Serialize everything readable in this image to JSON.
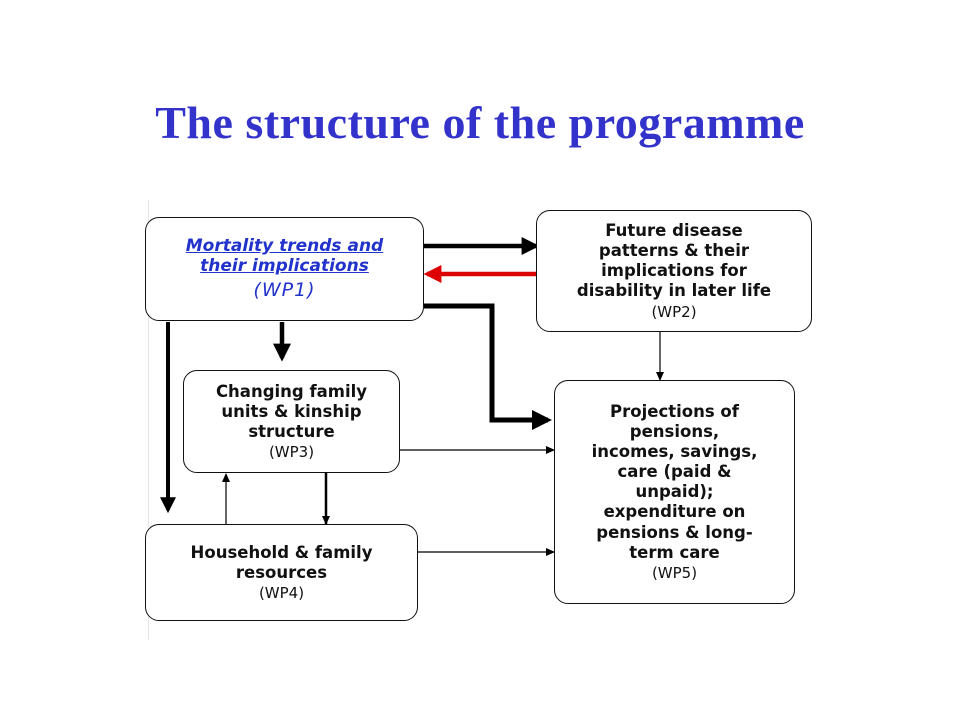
{
  "slide": {
    "title": "The structure of the programme"
  },
  "diagram": {
    "boxes": {
      "wp1": {
        "line1": "Mortality trends and",
        "line2": "their implications",
        "code": "(WP1)"
      },
      "wp2": {
        "label": "Future disease\npatterns & their\nimplications for\ndisability in later life",
        "code": "(WP2)"
      },
      "wp3": {
        "label": "Changing family\nunits & kinship\nstructure",
        "code": "(WP3)"
      },
      "wp4": {
        "label": "Household & family\nresources",
        "code": "(WP4)"
      },
      "wp5": {
        "label": "Projections of\npensions,\nincomes, savings,\ncare (paid &\nunpaid);\nexpenditure on\npensions & long-\nterm care",
        "code": "(WP5)"
      }
    },
    "colors": {
      "title": "#3333cc",
      "wp1_text": "#2233cc",
      "feedback_arrow": "#dd0000",
      "arrow": "#000000"
    }
  }
}
